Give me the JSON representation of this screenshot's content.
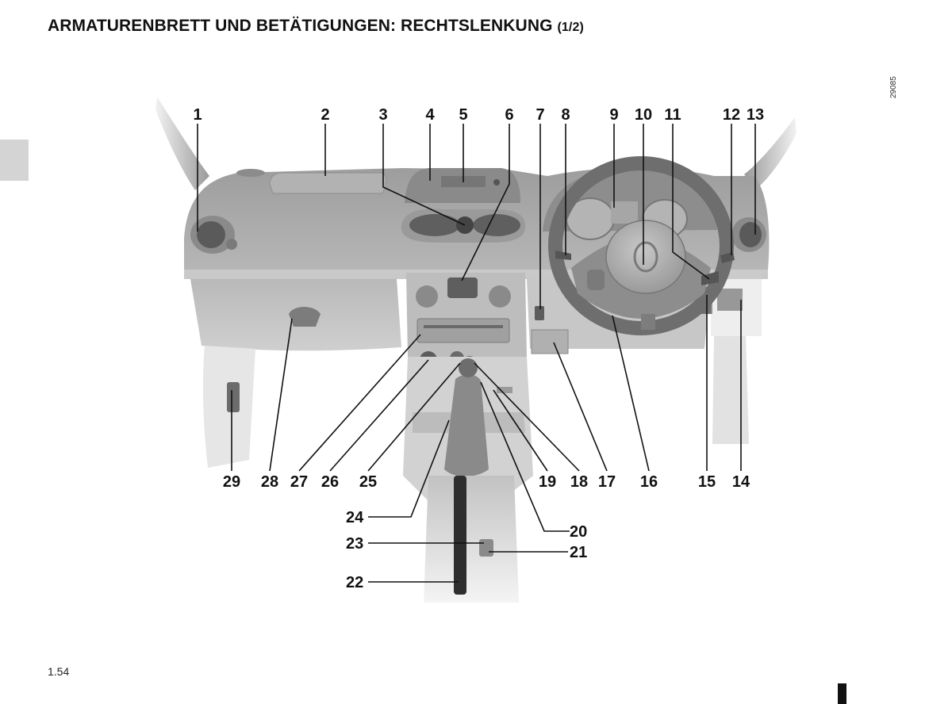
{
  "page": {
    "title": "ARMATURENBRETT UND BETÄTIGUNGEN: RECHTSLENKUNG",
    "title_suffix": "(1/2)",
    "image_ref": "29085",
    "page_number": "1.54"
  },
  "callouts": {
    "c1": "1",
    "c2": "2",
    "c3": "3",
    "c4": "4",
    "c5": "5",
    "c6": "6",
    "c7": "7",
    "c8": "8",
    "c9": "9",
    "c10": "10",
    "c11": "11",
    "c12": "12",
    "c13": "13",
    "c14": "14",
    "c15": "15",
    "c16": "16",
    "c17": "17",
    "c18": "18",
    "c19": "19",
    "c20": "20",
    "c21": "21",
    "c22": "22",
    "c23": "23",
    "c24": "24",
    "c25": "25",
    "c26": "26",
    "c27": "27",
    "c28": "28",
    "c29": "29"
  },
  "colors": {
    "panel": "#a9a9a9",
    "panel_dark": "#8e8e8e",
    "panel_light": "#c4c4c4",
    "text": "#111111"
  }
}
